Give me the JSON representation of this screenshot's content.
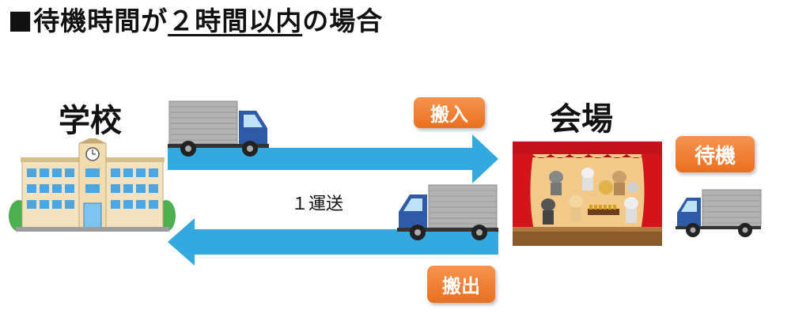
{
  "header": {
    "square": "■",
    "title_pre": "待機時間が",
    "title_underlined": "２時間以内",
    "title_post": "の場合"
  },
  "locations": {
    "school": "学校",
    "venue": "会場"
  },
  "badges": {
    "carry_in": "搬入",
    "carry_out": "搬出",
    "waiting": "待機"
  },
  "transport_label": "１運送",
  "colors": {
    "arrow": "#33a9e0",
    "badge": "#ee7a2e",
    "truck_cab": "#2f5aa8",
    "truck_cargo": "#a9a9a9",
    "stage_curtain": "#d3151b"
  }
}
